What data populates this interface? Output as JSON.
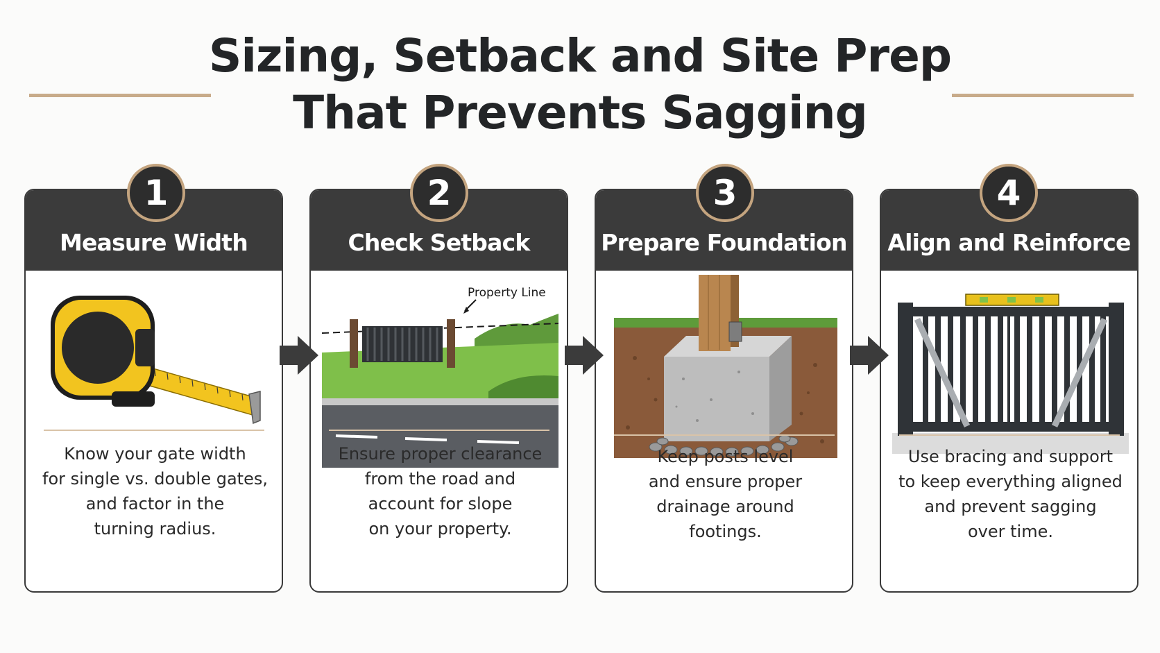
{
  "title": {
    "line1": "Sizing, Setback and Site Prep",
    "line2": "That Prevents Sagging"
  },
  "steps": [
    {
      "number": "1",
      "title": "Measure Width",
      "description": [
        "Know your gate width",
        "for single vs. double gates,",
        "and factor in the",
        "turning radius."
      ]
    },
    {
      "number": "2",
      "title": "Check Setback",
      "callout": "Property Line",
      "description": [
        "Ensure proper clearance",
        "from the road and",
        "account for slope",
        "on your property."
      ]
    },
    {
      "number": "3",
      "title": "Prepare Foundation",
      "description": [
        "Keep posts level",
        "and ensure proper",
        "drainage around",
        "footings."
      ]
    },
    {
      "number": "4",
      "title": "Align and Reinforce",
      "description": [
        "Use bracing and support",
        "to keep everything aligned",
        "and prevent sagging",
        "over time."
      ]
    }
  ],
  "colors": {
    "header": "#3b3b3b",
    "accent": "#c8ab8a",
    "badge": "#2d2d2d"
  }
}
